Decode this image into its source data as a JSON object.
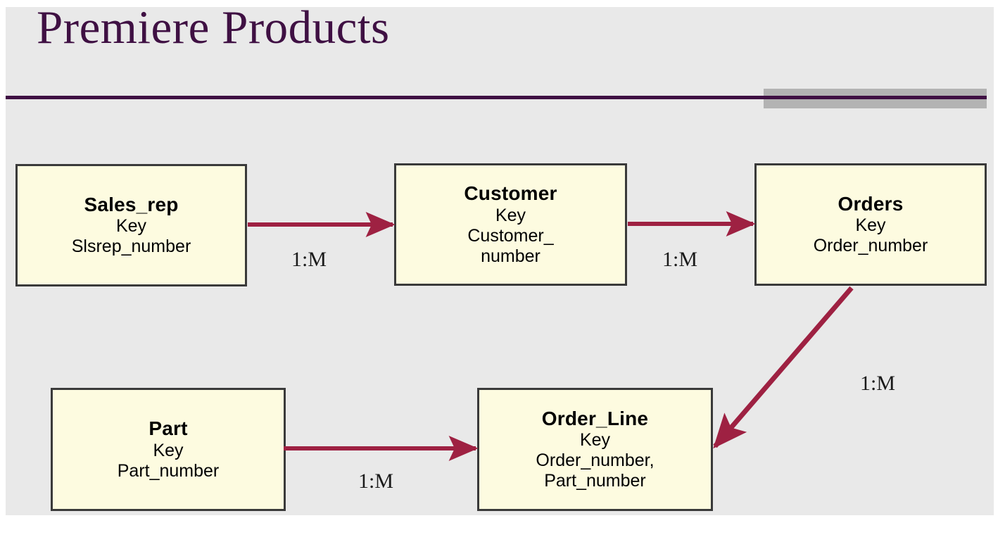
{
  "slide": {
    "title": "Premiere Products",
    "background_color": "#e9e9e9",
    "title_color": "#3f1043",
    "rule_color": "#3f1043",
    "accent_bar_color": "#b3b3b3"
  },
  "diagram": {
    "type": "entity-relationship-diagram",
    "entity_fill_color": "#fdfbe0",
    "entity_border_color": "#3a3a3a",
    "connector_color": "#9e2142",
    "key_keyword": "Key",
    "entities": [
      {
        "id": "sales-rep",
        "name": "Sales_rep",
        "keyword": "Key",
        "attributes": "Slsrep_number"
      },
      {
        "id": "customer",
        "name": "Customer",
        "keyword": "Key",
        "attributes": "Customer_\nnumber"
      },
      {
        "id": "orders",
        "name": "Orders",
        "keyword": "Key",
        "attributes": "Order_number"
      },
      {
        "id": "part",
        "name": "Part",
        "keyword": "Key",
        "attributes": "Part_number"
      },
      {
        "id": "order-line",
        "name": "Order_Line",
        "keyword": "Key",
        "attributes": "Order_number,\nPart_number"
      }
    ],
    "relationships": [
      {
        "id": "sales-customer",
        "from": "Sales_rep",
        "to": "Customer",
        "cardinality": "1:M"
      },
      {
        "id": "customer-orders",
        "from": "Customer",
        "to": "Orders",
        "cardinality": "1:M"
      },
      {
        "id": "orders-line",
        "from": "Orders",
        "to": "Order_Line",
        "cardinality": "1:M"
      },
      {
        "id": "part-line",
        "from": "Part",
        "to": "Order_Line",
        "cardinality": "1:M"
      }
    ]
  }
}
